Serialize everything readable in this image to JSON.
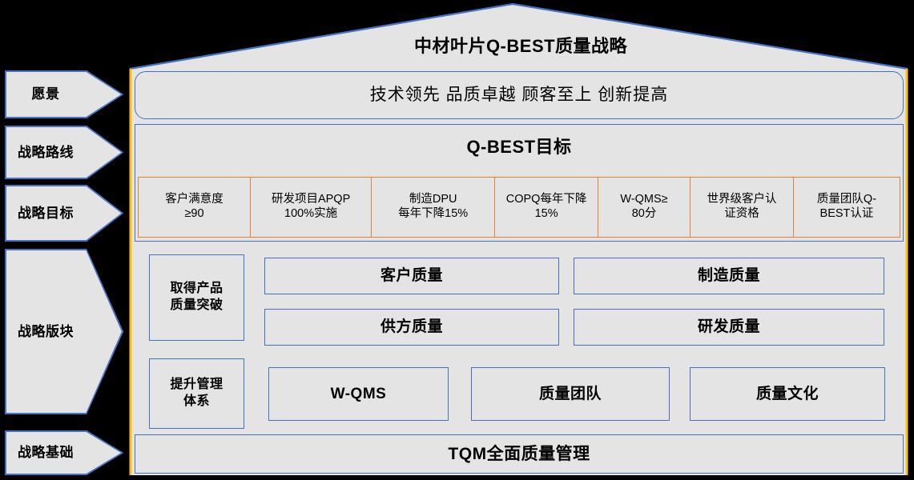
{
  "diagram": {
    "title": "中材叶片Q-BEST质量战略",
    "house": {
      "fill_color": "#E4E4E4",
      "roof_outline_color": "#4472C4",
      "left_edge_color": "#FFC000",
      "right_edge_color": "#FFC000"
    },
    "levels": [
      {
        "key": "vision",
        "label": "愿景"
      },
      {
        "key": "route",
        "label": "战略路线"
      },
      {
        "key": "goal",
        "label": "战略目标"
      },
      {
        "key": "blocks",
        "label": "战略版块"
      },
      {
        "key": "base",
        "label": "战略基础"
      }
    ],
    "vision": {
      "text": "技术领先   品质卓越   顾客至上   创新提高"
    },
    "goal_section": {
      "heading": "Q-BEST目标",
      "cells": [
        "客户满意度\n≥90",
        "研发项目APQP\n100%实施",
        "制造DPU\n每年下降15%",
        "COPQ每年下降15%",
        "W-QMS≥\n80分",
        "世界级客户认\n证资格",
        "质量团队Q-\nBEST认证"
      ],
      "cell_border_color": "#ED7D31"
    },
    "blocks_section": {
      "left_pillars": [
        "取得产品\n质量突破",
        "提升管理\n体系"
      ],
      "upper_grid": [
        "客户质量",
        "制造质量",
        "供方质量",
        "研发质量"
      ],
      "lower_row": [
        "W-QMS",
        "质量团队",
        "质量文化"
      ],
      "box_border_color": "#4472C4"
    },
    "base_section": {
      "text": "TQM全面质量管理"
    }
  }
}
